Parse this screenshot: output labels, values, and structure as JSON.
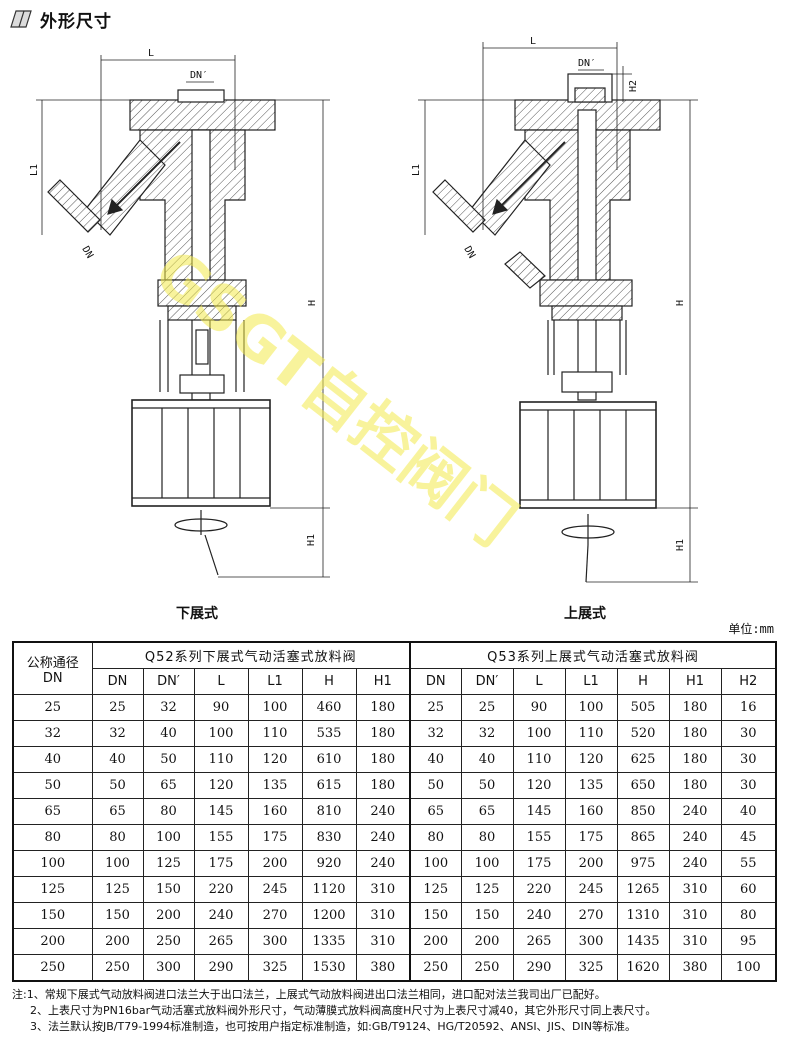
{
  "header": {
    "title": "外形尺寸"
  },
  "drawing": {
    "left_labels": {
      "L": "L",
      "DNp": "DN′",
      "L1": "L1",
      "H": "H",
      "H1": "H1",
      "DN": "DN"
    },
    "right_labels": {
      "L": "L",
      "DNp": "DN′",
      "L1": "L1",
      "H": "H",
      "H1": "H1",
      "H2": "H2",
      "DN": "DN"
    },
    "watermark": "GSGT自控阀门"
  },
  "captions": {
    "left": "下展式",
    "right": "上展式"
  },
  "unit": "单位:mm",
  "table": {
    "corner_top": "公称通径",
    "corner_bottom": "DN",
    "group_left": "Q52系列下展式气动活塞式放料阀",
    "group_right": "Q53系列上展式气动活塞式放料阀",
    "cols_left": [
      "DN",
      "DN′",
      "L",
      "L1",
      "H",
      "H1"
    ],
    "cols_right": [
      "DN",
      "DN′",
      "L",
      "L1",
      "H",
      "H1",
      "H2"
    ],
    "rows": [
      [
        "25",
        "25",
        "32",
        "90",
        "100",
        "460",
        "180",
        "25",
        "25",
        "90",
        "100",
        "505",
        "180",
        "16"
      ],
      [
        "32",
        "32",
        "40",
        "100",
        "110",
        "535",
        "180",
        "32",
        "32",
        "100",
        "110",
        "520",
        "180",
        "30"
      ],
      [
        "40",
        "40",
        "50",
        "110",
        "120",
        "610",
        "180",
        "40",
        "40",
        "110",
        "120",
        "625",
        "180",
        "30"
      ],
      [
        "50",
        "50",
        "65",
        "120",
        "135",
        "615",
        "180",
        "50",
        "50",
        "120",
        "135",
        "650",
        "180",
        "30"
      ],
      [
        "65",
        "65",
        "80",
        "145",
        "160",
        "810",
        "240",
        "65",
        "65",
        "145",
        "160",
        "850",
        "240",
        "40"
      ],
      [
        "80",
        "80",
        "100",
        "155",
        "175",
        "830",
        "240",
        "80",
        "80",
        "155",
        "175",
        "865",
        "240",
        "45"
      ],
      [
        "100",
        "100",
        "125",
        "175",
        "200",
        "920",
        "240",
        "100",
        "100",
        "175",
        "200",
        "975",
        "240",
        "55"
      ],
      [
        "125",
        "125",
        "150",
        "220",
        "245",
        "1120",
        "310",
        "125",
        "125",
        "220",
        "245",
        "1265",
        "310",
        "60"
      ],
      [
        "150",
        "150",
        "200",
        "240",
        "270",
        "1200",
        "310",
        "150",
        "150",
        "240",
        "270",
        "1310",
        "310",
        "80"
      ],
      [
        "200",
        "200",
        "250",
        "265",
        "300",
        "1335",
        "310",
        "200",
        "200",
        "265",
        "300",
        "1435",
        "310",
        "95"
      ],
      [
        "250",
        "250",
        "300",
        "290",
        "325",
        "1530",
        "380",
        "250",
        "250",
        "290",
        "325",
        "1620",
        "380",
        "100"
      ]
    ]
  },
  "notes": [
    "注:1、常规下展式气动放料阀进口法兰大于出口法兰，上展式气动放料阀进出口法兰相同，进口配对法兰我司出厂已配好。",
    "2、上表尺寸为PN16bar气动活塞式放料阀外形尺寸，气动薄膜式放料阀高度H尺寸为上表尺寸减40，其它外形尺寸同上表尺寸。",
    "3、法兰默认按JB/T79-1994标准制造，也可按用户指定标准制造，如:GB/T9124、HG/T20592、ANSI、JIS、DIN等标准。"
  ]
}
